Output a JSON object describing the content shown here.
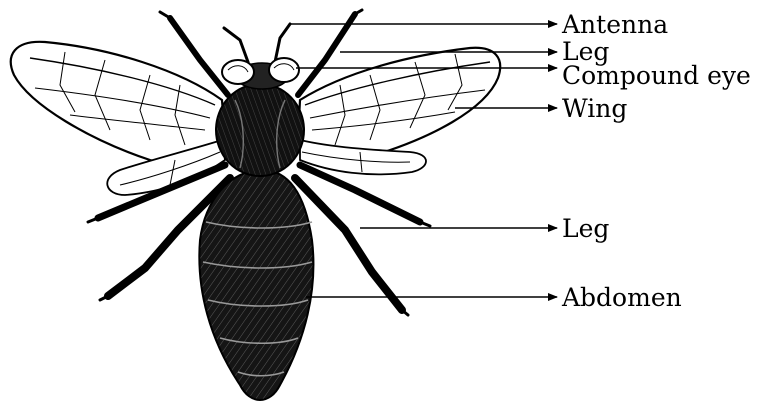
{
  "diagram": {
    "labels": {
      "antenna": "Antenna",
      "leg_upper": "Leg",
      "compound_eye": "Compound eye",
      "wing": "Wing",
      "leg_lower": "Leg",
      "abdomen": "Abdomen"
    },
    "colors": {
      "ink": "#000000",
      "wing_fill": "#ffffff",
      "body_fill": "#1a1a1a",
      "background": "#ffffff"
    }
  }
}
